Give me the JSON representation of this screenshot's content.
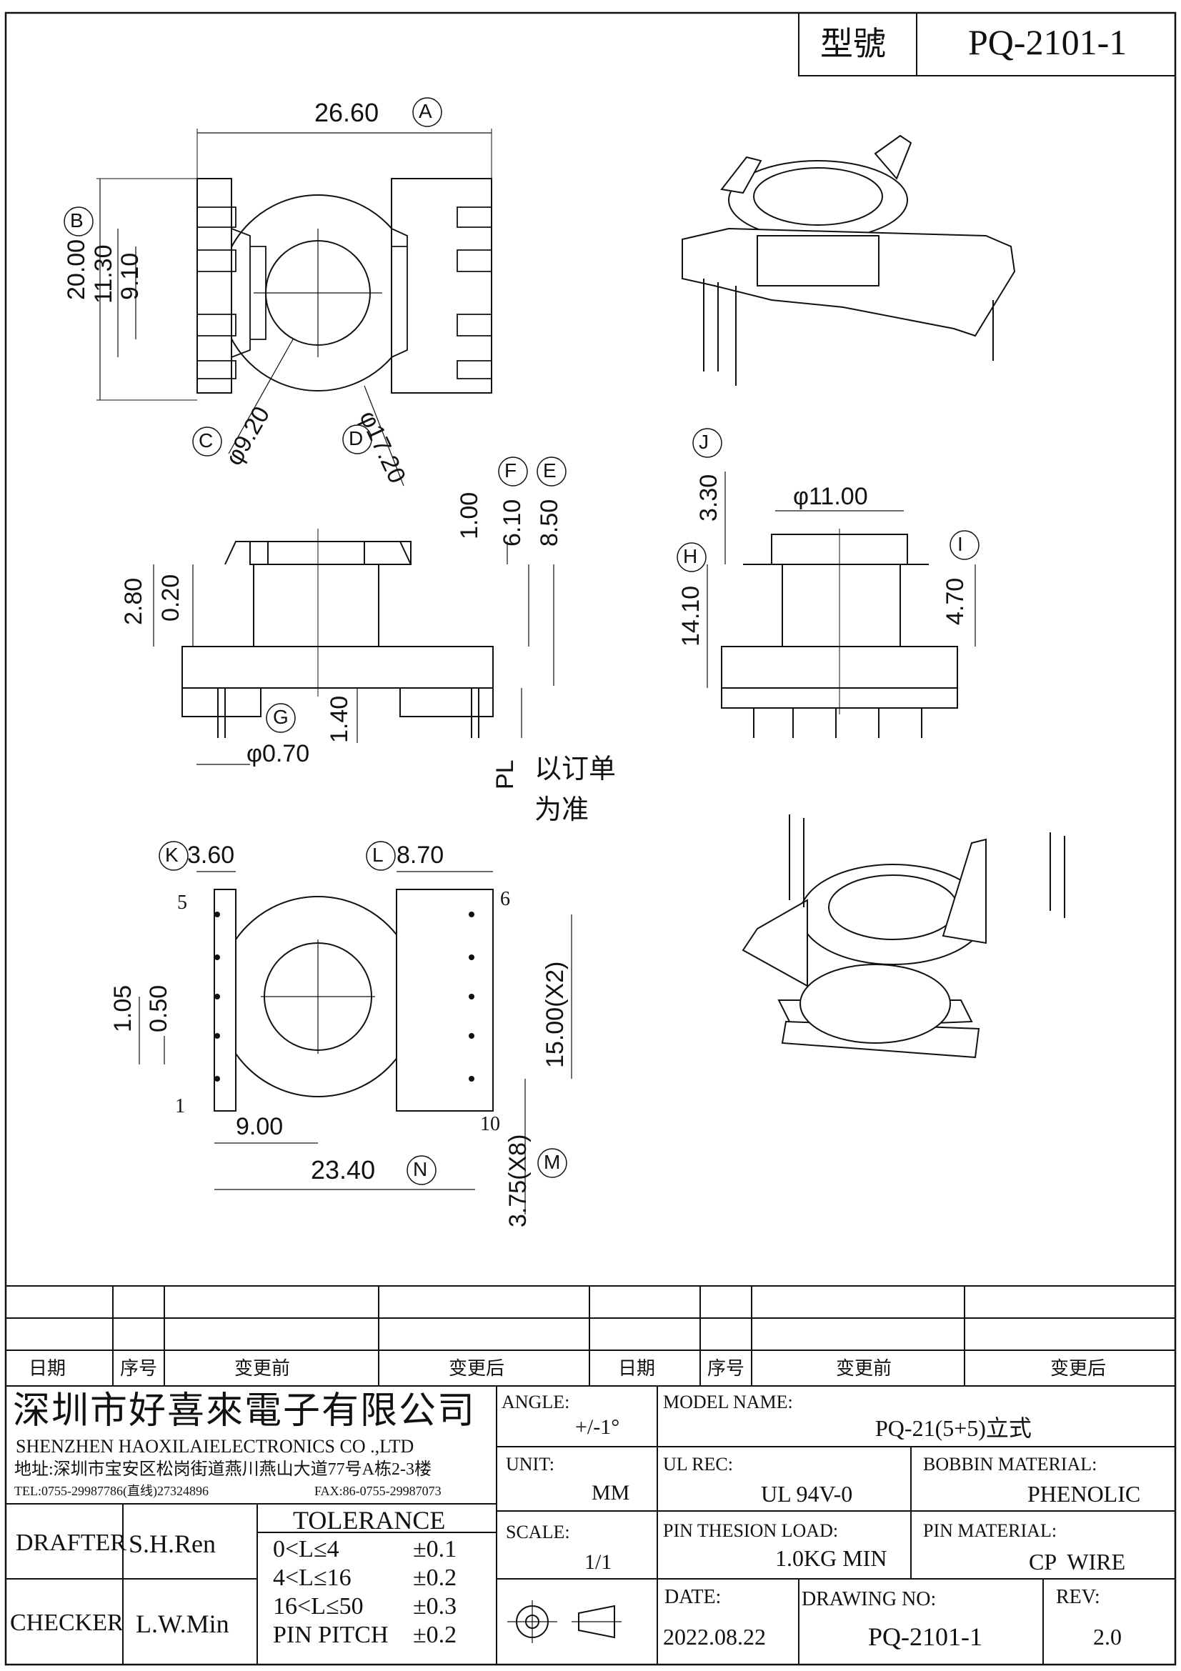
{
  "header": {
    "model_label": "型號",
    "model_value": "PQ-2101-1"
  },
  "dimensions": {
    "A": "26.60",
    "B": "20.00",
    "b1": "11.30",
    "b2": "9.10",
    "C": "φ9.20",
    "D": "φ17.20",
    "E": "8.50",
    "F": "6.10",
    "top_h": "1.00",
    "side_a": "2.80",
    "side_b": "0.20",
    "pin_len": "1.40",
    "G": "φ0.70",
    "J": "3.30",
    "dia11": "φ11.00",
    "H": "14.10",
    "I": "4.70",
    "K": "3.60",
    "L": "8.70",
    "p1": "1.05",
    "p2": "0.50",
    "bot_w": "9.00",
    "N": "23.40",
    "M_pitch": "3.75(X8)",
    "span": "15.00(X2)"
  },
  "labels": {
    "A": "A",
    "B": "B",
    "C": "C",
    "D": "D",
    "E": "E",
    "F": "F",
    "G": "G",
    "H": "H",
    "I": "I",
    "J": "J",
    "K": "K",
    "L": "L",
    "M": "M",
    "N": "N"
  },
  "pins": {
    "p5": "5",
    "p6": "6",
    "p1": "1",
    "p10": "10"
  },
  "notes": {
    "pl": "PL",
    "order_line1": "以订单",
    "order_line2": "为准"
  },
  "revision_table": {
    "headers": [
      "日期",
      "序号",
      "变更前",
      "变更后",
      "日期",
      "序号",
      "变更前",
      "变更后"
    ]
  },
  "company": {
    "name_cn": "深圳市好喜來電子有限公司",
    "name_en": "SHENZHEN HAOXILAIELECTRONICS CO .,LTD",
    "address": "地址:深圳市宝安区松岗街道燕川燕山大道77号A栋2-3楼",
    "tel": "TEL:0755-29987786(直线)27324896",
    "fax": "FAX:86-0755-29987073"
  },
  "title_block": {
    "angle_label": "ANGLE:",
    "angle_value": "+/-1°",
    "model_name_label": "MODEL NAME:",
    "model_name_value": "PQ-21(5+5)立式",
    "unit_label": "UNIT:",
    "unit_value": "MM",
    "ul_label": "UL REC:",
    "ul_value": "UL 94V-0",
    "bobbin_label": "BOBBIN MATERIAL:",
    "bobbin_value": "PHENOLIC",
    "scale_label": "SCALE:",
    "scale_value": "1/1",
    "pin_load_label": "PIN THESION LOAD:",
    "pin_load_value": "1.0KG MIN",
    "pin_mat_label": "PIN MATERIAL:",
    "pin_mat_value": "CP  WIRE",
    "date_label": "DATE:",
    "date_value": "2022.08.22",
    "drawing_no_label": "DRAWING NO:",
    "drawing_no_value": "PQ-2101-1",
    "rev_label": "REV:",
    "rev_value": "2.0",
    "drafter_label": "DRAFTER",
    "drafter_value": "S.H.Ren",
    "checker_label": "CHECKER",
    "checker_value": "L.W.Min",
    "tolerance_label": "TOLERANCE",
    "tolerances": [
      {
        "range": "0<L≤4",
        "tol": "±0.1"
      },
      {
        "range": "4<L≤16",
        "tol": "±0.2"
      },
      {
        "range": "16<L≤50",
        "tol": "±0.3"
      },
      {
        "range": "PIN PITCH",
        "tol": "±0.2"
      }
    ]
  }
}
